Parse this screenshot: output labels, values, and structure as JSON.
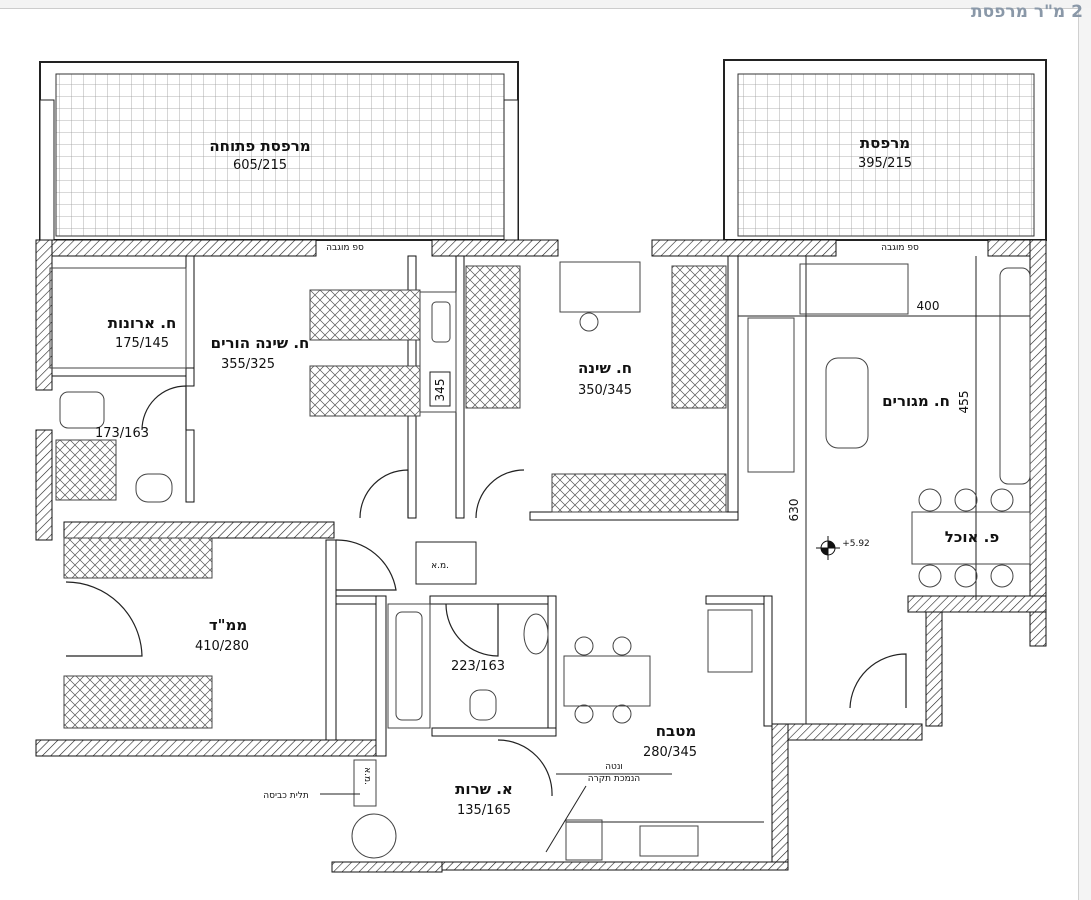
{
  "header": {
    "note": "2 מ\"ר מרפסת"
  },
  "rooms": {
    "open_balcony": {
      "name": "מרפסת פתוחה",
      "dim": "605/215"
    },
    "balcony": {
      "name": "מרפסת",
      "dim": "395/215"
    },
    "closet": {
      "name": "ח. ארונות",
      "dim": "175/145"
    },
    "master": {
      "name": "ח. שינה הורים",
      "dim": "355/325"
    },
    "bedroom": {
      "name": "ח. שינה",
      "dim": "350/345"
    },
    "living": {
      "name": "ח. מגורים"
    },
    "master_bath": {
      "dim": "173/163"
    },
    "dining": {
      "name": "פ. אוכל"
    },
    "mamad": {
      "name": "ממ\"ד",
      "dim": "410/280"
    },
    "bath": {
      "dim": "223/163"
    },
    "kitchen": {
      "name": "מטבח",
      "dim": "280/345"
    },
    "service": {
      "name": "א. שרות",
      "dim": "135/165"
    }
  },
  "labels": {
    "raised_sill_1": "ספ מוגבה",
    "raised_sill_2": "ספ מוגבה",
    "ma_1": "מ.א.",
    "ma_2": "מ.א.",
    "laundry": "תלית כביסה",
    "lowered_ceiling_1": "ונטה",
    "lowered_ceiling_2": "הנמכת תקרה",
    "elevation": "+5.92"
  },
  "dimensions": {
    "d400": "400",
    "d455": "455",
    "d630": "630",
    "d345": "345"
  }
}
